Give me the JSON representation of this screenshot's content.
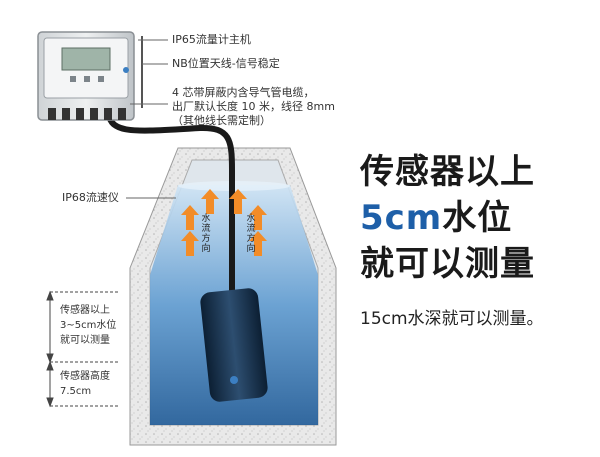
{
  "callouts": {
    "host": "IP65流量计主机",
    "antenna": "NB位置天线-信号稳定",
    "cable_line1": "4 芯带屏蔽内含导气管电缆，",
    "cable_line2": "出厂默认长度 10 米，线径 8mm",
    "cable_line3": "（其他线长需定制）",
    "sensor": "IP68流速仪"
  },
  "headline": {
    "line1": "传感器以上",
    "line2_accent": "5cm",
    "line2_rest": "水位",
    "line3": "就可以测量"
  },
  "subline": "15cm水深就可以测量。",
  "flow_label_left": [
    "水",
    "流",
    "方",
    "向"
  ],
  "flow_label_right": [
    "水",
    "流",
    "方",
    "向"
  ],
  "dimension": {
    "upper_line1": "传感器以上",
    "upper_line2": "3~5cm水位",
    "upper_line3": "就可以测量",
    "lower_line1": "传感器高度",
    "lower_line2": "7.5cm"
  },
  "colors": {
    "accent": "#1e5fa8",
    "arrow": "#f28c28",
    "water": "#3a78b8"
  }
}
